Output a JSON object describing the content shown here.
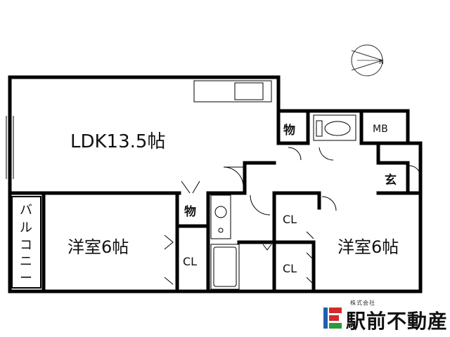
{
  "rooms": {
    "ldk": "LDK13.5帖",
    "western_left": "洋室6帖",
    "western_right": "洋室6帖",
    "storage_top": "物",
    "storage_mid": "物",
    "mb": "MB",
    "entrance": "玄",
    "closet_left": "CL",
    "closet_right_top": "CL",
    "closet_right_bottom": "CL",
    "balcony_chars": [
      "バ",
      "ル",
      "コ",
      "ニ",
      "ー"
    ]
  },
  "logo": {
    "company_type": "株式会社",
    "company_name": "駅前不動産",
    "colors": {
      "blue": "#1f5fb0",
      "red": "#d42a2a",
      "green": "#2c9a3a"
    }
  },
  "compass": {
    "symbol": "N"
  }
}
